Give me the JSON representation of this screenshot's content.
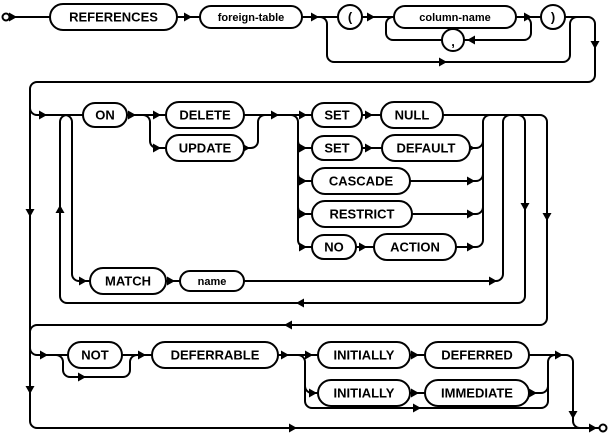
{
  "diagram": {
    "keywords": {
      "references": "REFERENCES",
      "on": "ON",
      "delete": "DELETE",
      "update": "UPDATE",
      "set1": "SET",
      "null": "NULL",
      "set2": "SET",
      "default": "DEFAULT",
      "cascade": "CASCADE",
      "restrict": "RESTRICT",
      "no": "NO",
      "action": "ACTION",
      "match": "MATCH",
      "not": "NOT",
      "deferrable": "DEFERRABLE",
      "initially1": "INITIALLY",
      "deferred": "DEFERRED",
      "initially2": "INITIALLY",
      "immediate": "IMMEDIATE"
    },
    "nonterminals": {
      "foreign_table": "foreign-table",
      "column_name": "column-name",
      "name": "name"
    },
    "punctuation": {
      "open_paren": "(",
      "close_paren": ")",
      "comma": ","
    },
    "colors": {
      "line": "#000000",
      "background": "#ffffff"
    }
  }
}
